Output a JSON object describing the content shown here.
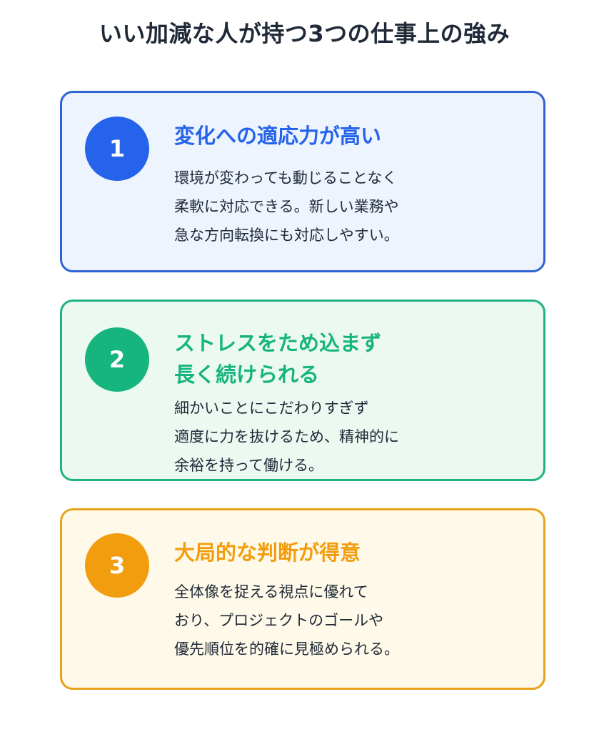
{
  "title": "いい加減な人が持つ3つの仕事上の強み",
  "colors": {
    "blue": "#2563eb",
    "green": "#16b47e",
    "orange": "#f29d0e"
  },
  "cards": [
    {
      "number": "1",
      "title": "変化への適応力が高い",
      "body": "環境が変わっても動じることなく\n柔軟に対応できる。新しい業務や\n急な方向転換にも対応しやすい。"
    },
    {
      "number": "2",
      "title": "ストレスをため込まず\n長く続けられる",
      "body": "細かいことにこだわりすぎず\n適度に力を抜けるため、精神的に\n余裕を持って働ける。"
    },
    {
      "number": "3",
      "title": "大局的な判断が得意",
      "body": "全体像を捉える視点に優れて\nおり、プロジェクトのゴールや\n優先順位を的確に見極められる。"
    }
  ]
}
